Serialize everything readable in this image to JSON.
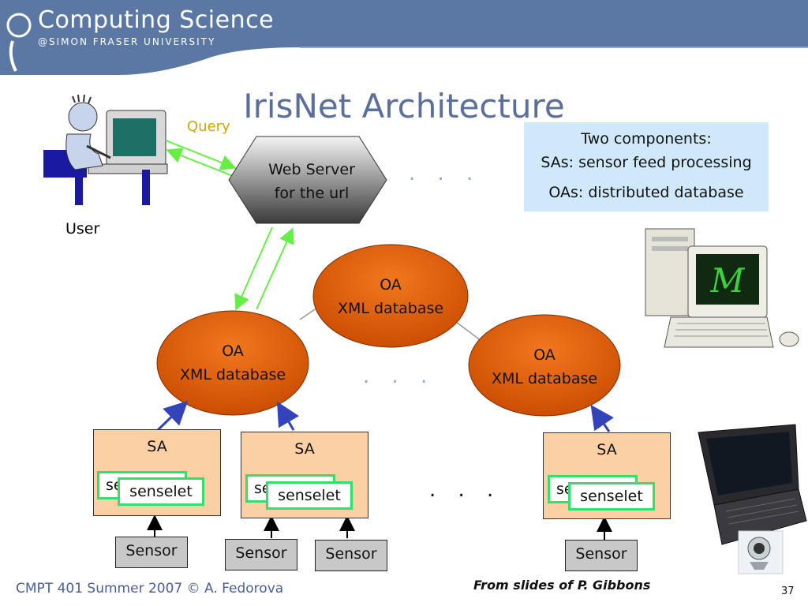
{
  "header": {
    "brand_title": "Computing Science",
    "brand_subtitle": "@SIMON FRASER UNIVERSITY",
    "band_color": "#5b78a5"
  },
  "slide": {
    "title": "IrisNet Architecture",
    "query_label": "Query",
    "user_label": "User",
    "web_server": {
      "line1": "Web Server",
      "line2": "for the url"
    },
    "callout": {
      "line1": "Two components:",
      "line2": "SAs: sensor feed processing",
      "line3": "OAs: distributed database",
      "color": "#cfe9fb"
    },
    "oa_nodes": [
      {
        "line1": "OA",
        "line2": "XML database"
      },
      {
        "line1": "OA",
        "line2": "XML database"
      },
      {
        "line1": "OA",
        "line2": "XML database"
      }
    ],
    "sa_nodes": [
      {
        "label": "SA",
        "back_senselet": "se",
        "front_senselet": "senselet"
      },
      {
        "label": "SA",
        "back_senselet": "se",
        "front_senselet": "senselet"
      },
      {
        "label": "SA",
        "back_senselet": "se",
        "front_senselet": "senselet"
      }
    ],
    "sensors": [
      "Sensor",
      "Sensor",
      "Sensor",
      "Sensor"
    ],
    "ellipsis": ". . .",
    "colors": {
      "oa_fill": "#e05a0a",
      "sa_fill": "#fbd0a4",
      "senselet_border": "#35e06a",
      "arrow_green": "#66ee44",
      "arrow_blue": "#3344bb",
      "title": "#5a6f9c"
    }
  },
  "footer": {
    "course": "CMPT 401 Summer 2007  © A. Fedorova",
    "credit": "From slides of P. Gibbons",
    "page": "37"
  }
}
